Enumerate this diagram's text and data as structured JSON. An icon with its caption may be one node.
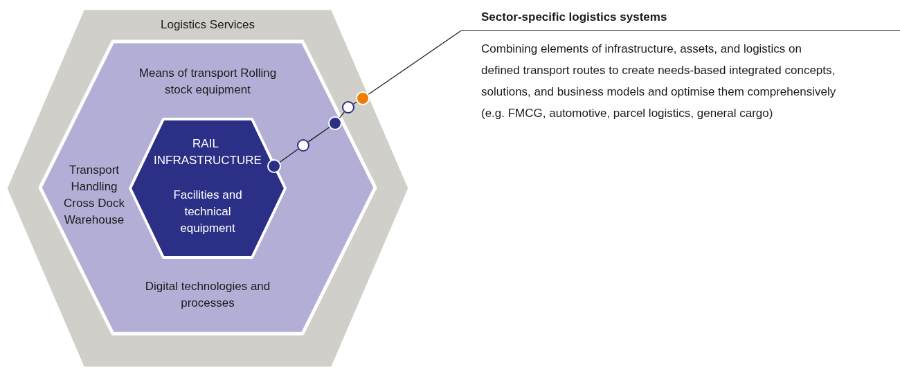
{
  "diagram": {
    "nodes": [
      {
        "text": [
          "Logistics Services"
        ]
      },
      {
        "text": [
          "Means of transport Rolling stock equipment",
          "Transport Handling Cross Dock Warehouse",
          "Digital technologies and processes"
        ],
        "in": 0
      },
      {
        "text": [
          "RAIL INFRASTRUCTURE",
          "Facilities and technical equipment"
        ],
        "in": 1
      },
      {
        "text": [],
        "shape": "circle",
        "in": 2
      },
      {
        "text": [],
        "shape": "circle",
        "in": 1
      },
      {
        "text": [],
        "shape": "circle",
        "in": 1
      },
      {
        "text": [],
        "shape": "circle",
        "in": 0
      },
      {
        "text": [],
        "shape": "circle",
        "in": 0
      },
      {
        "text": [
          "Sector-specific logistics systems",
          "Combining elements of infrastructure, assets, and logistics on defined transport routes to create needs-based integrated concepts, solutions, and business models and optimise them comprehensively",
          "(e.g. FMCG, automotive, parcel logistics, general cargo)"
        ]
      }
    ],
    "edges": [
      {
        "from": 3,
        "to": 4,
        "arrow": "none"
      },
      {
        "from": 4,
        "to": 5,
        "arrow": "none"
      },
      {
        "from": 5,
        "to": 6,
        "arrow": "none"
      },
      {
        "from": 6,
        "to": 7,
        "arrow": "none"
      },
      {
        "from": 7,
        "to": 8,
        "arrow": "none"
      }
    ]
  }
}
